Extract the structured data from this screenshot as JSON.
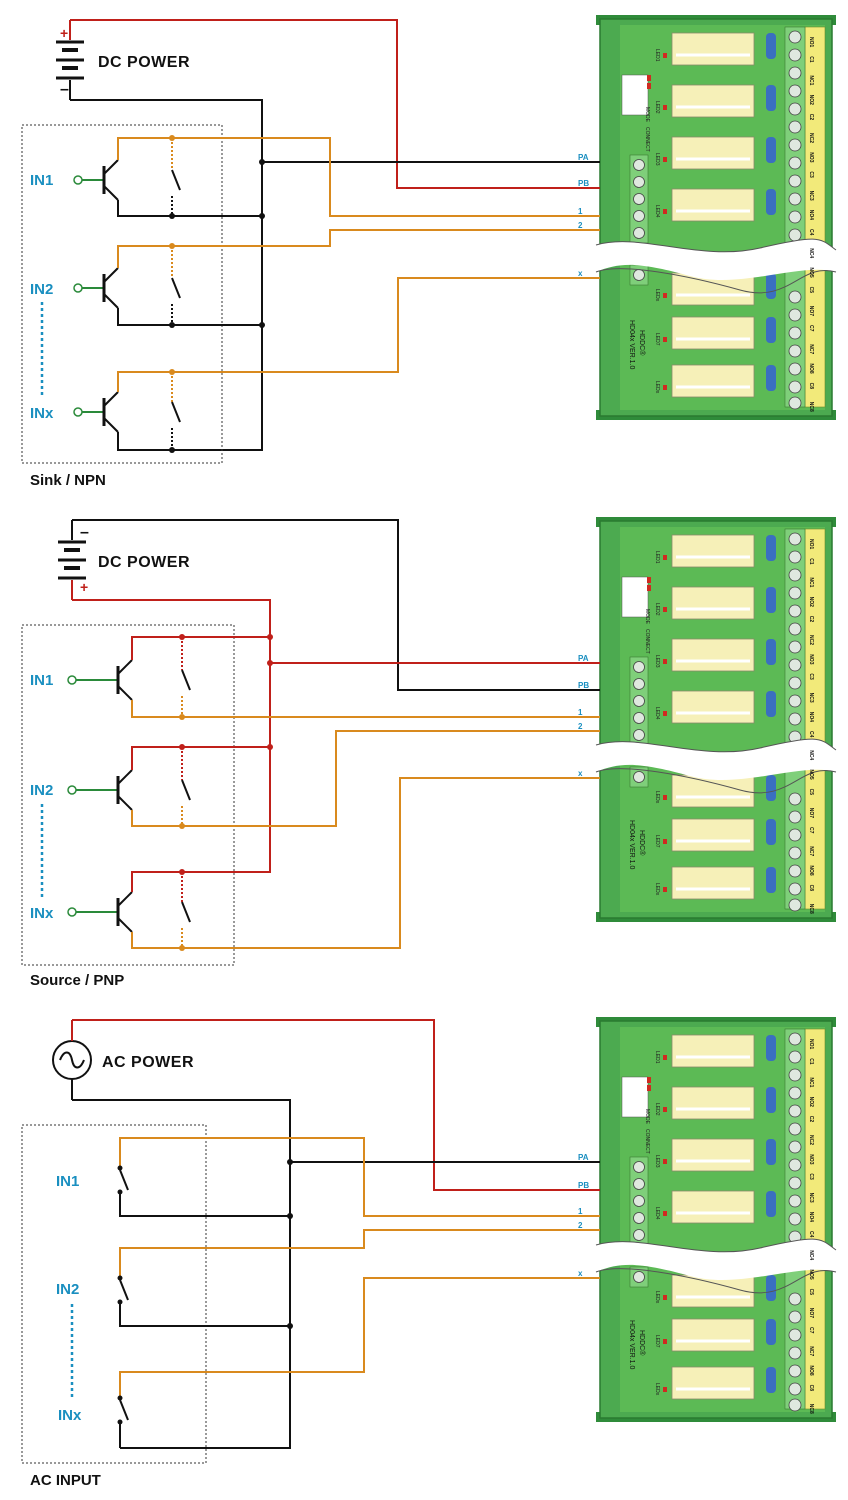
{
  "colors": {
    "positive": "#c0201a",
    "negative": "#111111",
    "signal": "#d98a1e",
    "label_blue": "#1a8fc0",
    "board_green": "#3ea043",
    "terminal_yellow": "#f2ea7a"
  },
  "sections": [
    {
      "power_label": "DC POWER",
      "power_type": "dc-battery",
      "top_sign": "+",
      "bottom_sign": "–",
      "inputs": [
        "IN1",
        "IN2",
        "INx"
      ],
      "caption": "Sink / NPN"
    },
    {
      "power_label": "DC POWER",
      "power_type": "dc-battery",
      "top_sign": "–",
      "bottom_sign": "+",
      "inputs": [
        "IN1",
        "IN2",
        "INx"
      ],
      "caption": "Source / PNP"
    },
    {
      "power_label": "AC POWER",
      "power_type": "ac-source",
      "inputs": [
        "IN1",
        "IN2",
        "INx"
      ],
      "caption": "AC INPUT"
    }
  ],
  "terminals": [
    "PA",
    "PB",
    "1",
    "2",
    "x"
  ],
  "board": {
    "model": "HDDC®",
    "version": "HD04x VER.1.0",
    "relay_terminal_labels": [
      "NO1",
      "C1",
      "NC1",
      "NO2",
      "C2",
      "NC2",
      "NO3",
      "C3",
      "NC3",
      "NO4",
      "C4",
      "NC4",
      "NO5",
      "C5",
      "NO7",
      "C7",
      "NC7",
      "NO8",
      "C8",
      "NC8"
    ],
    "led_labels": [
      "LED1",
      "LED2",
      "LED3",
      "LED4",
      "LEDx",
      "LED7",
      "LEDx"
    ],
    "connect_label": "CONNECT",
    "mode_label": "MODE"
  }
}
